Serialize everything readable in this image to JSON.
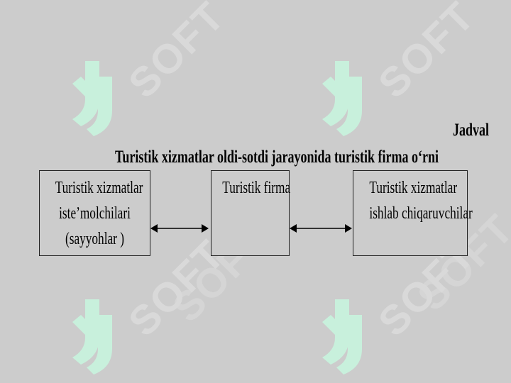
{
  "heading": "Jadval",
  "title": "Turistik xizmatlar oldi-sotdi jarayonida turistik  firma o‘rni",
  "boxes": {
    "left": {
      "lines": [
        "Turistik xizmatlar",
        "iste’molchilari",
        "(sayyohlar )"
      ]
    },
    "center": {
      "lines": [
        "Turistik firma"
      ]
    },
    "right": {
      "lines": [
        "Turistik xizmatlar",
        "ishlab chiqaruvchilar"
      ]
    }
  },
  "connections": [
    {
      "from": "left",
      "to": "center",
      "type": "bidirectional"
    },
    {
      "from": "center",
      "to": "right",
      "type": "bidirectional"
    }
  ],
  "watermark": {
    "text": "SOFT",
    "color": "#d9d9d9",
    "logo_color": "#c8f0dc"
  },
  "colors": {
    "background": "#cccccc",
    "text": "#000000",
    "border": "#222222"
  }
}
